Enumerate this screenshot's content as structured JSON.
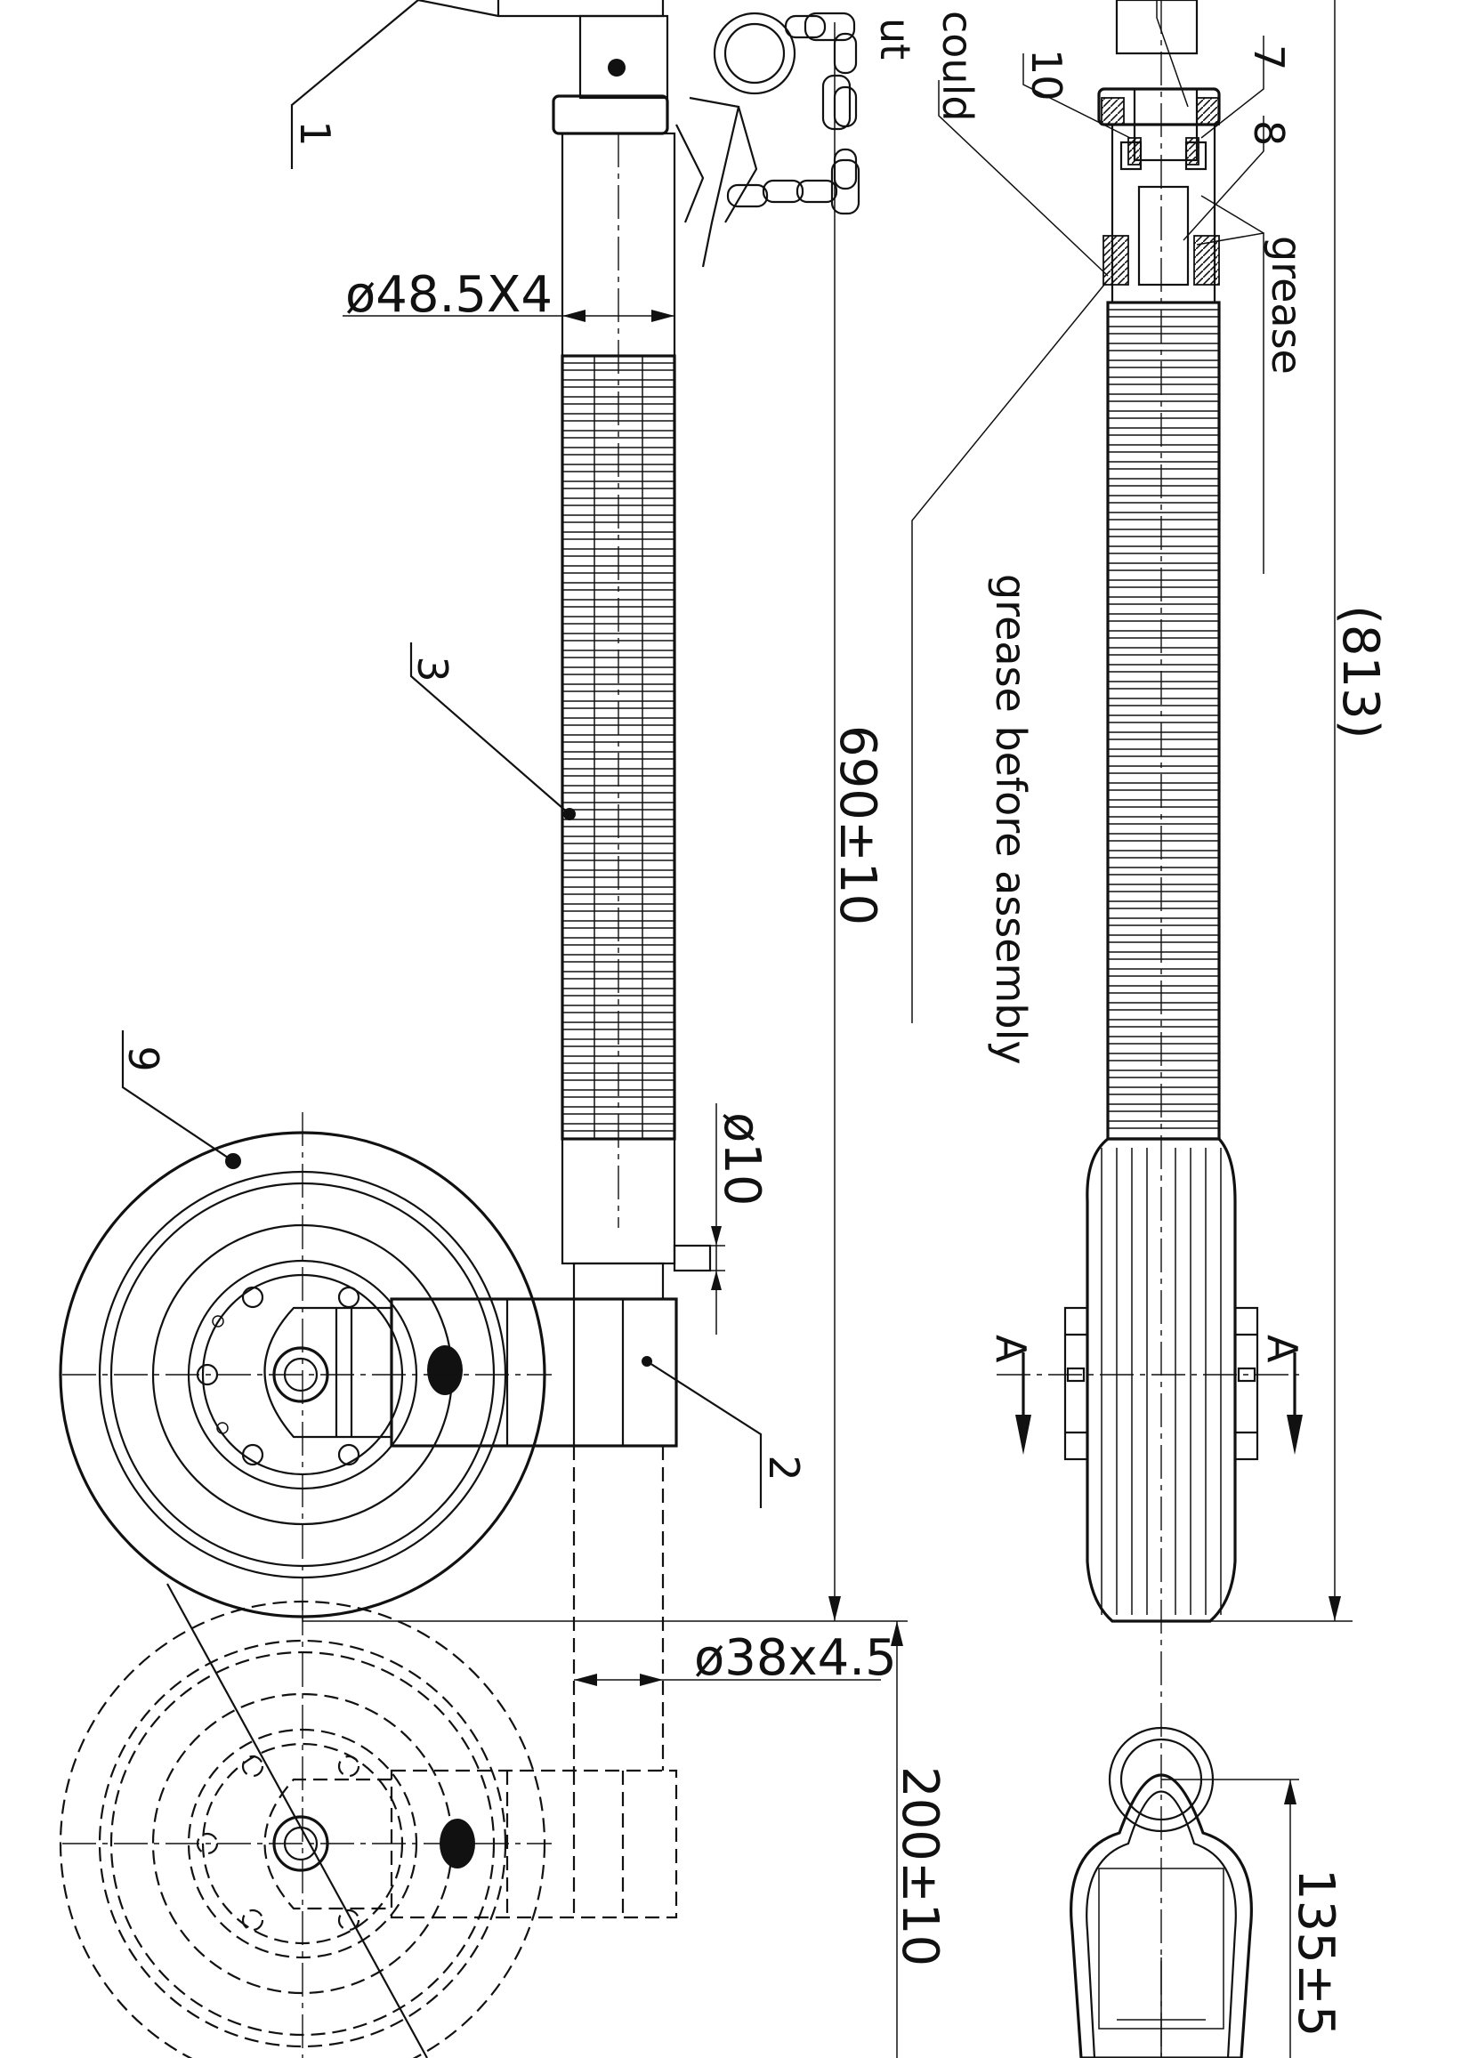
{
  "labels": {
    "part_1": "1",
    "part_2": "2",
    "part_3": "3",
    "part_7": "7",
    "part_8": "8",
    "part_9": "9",
    "part_10": "10",
    "dim_tube_top": "ø48.5X4",
    "dim_pin": "ø10",
    "dim_tube_bottom": "ø38x4.5",
    "dim_length": "690±10",
    "dim_travel": "200±10",
    "dim_total": "(813)",
    "dim_section": "135±5",
    "note_grease": "grease",
    "note_grease_assembly": "grease before assembly",
    "note_could": "could",
    "note_out": "ut",
    "section_left": "A",
    "section_right": "A"
  },
  "colors": {
    "ink": "#111111",
    "paper": "#ffffff"
  }
}
